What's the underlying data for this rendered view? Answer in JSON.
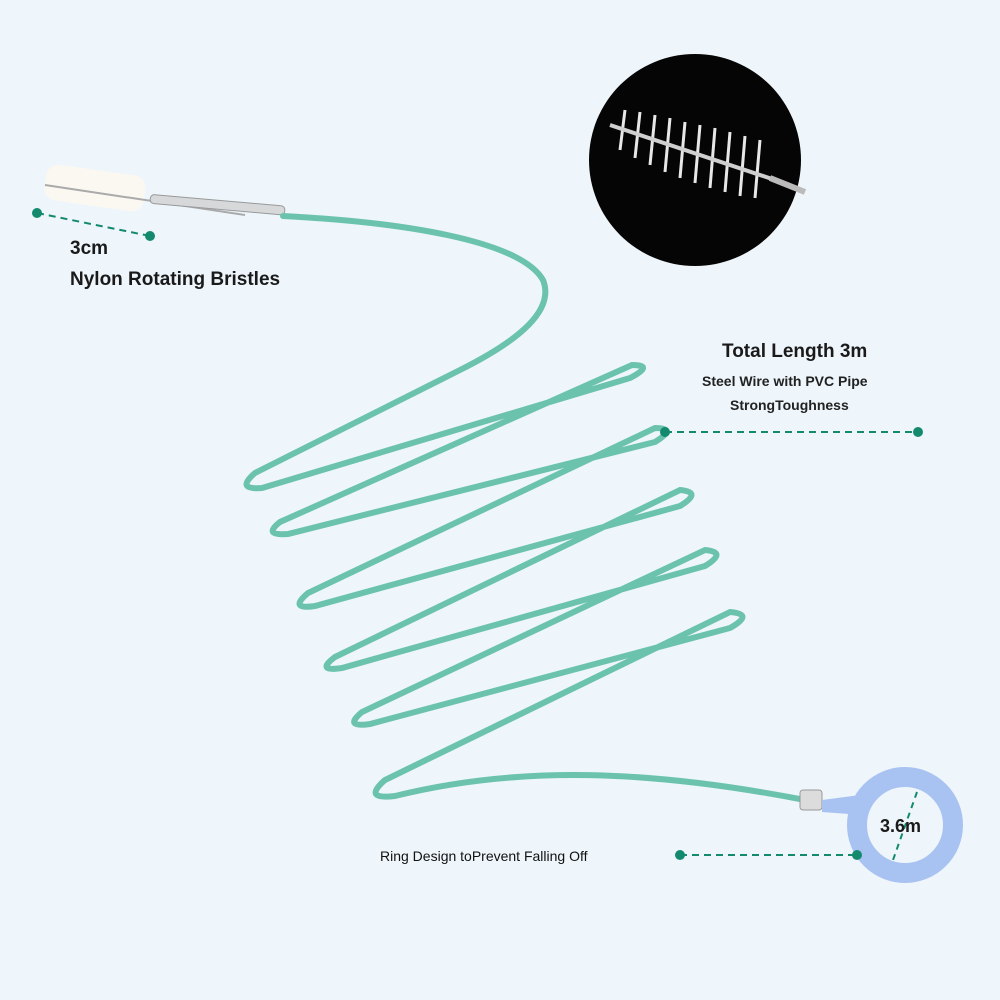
{
  "labels": {
    "brush_size": "3cm",
    "brush_desc": "Nylon Rotating Bristles",
    "total_length": "Total Length 3m",
    "material": "Steel Wire with PVC Pipe",
    "toughness": "StrongToughness",
    "ring_desc": "Ring Design toPrevent Falling Off",
    "ring_size": "3.6m"
  },
  "colors": {
    "background": "#eef6fb",
    "wire": "#6cc3ad",
    "accent": "#138a6e",
    "ring": "#a8c2f2"
  }
}
